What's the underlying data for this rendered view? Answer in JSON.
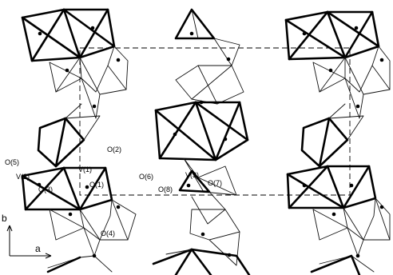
{
  "labels": {
    "o5": "O(5)",
    "v2": "V(2)",
    "o3": "O(3)",
    "v1": "V(1)",
    "o1": "O(1)",
    "o2": "O(2)",
    "o6": "O(6)",
    "o8": "O(8)",
    "v3": "V(3)",
    "o7": "O(7)",
    "o4": "O(4)"
  },
  "axes": {
    "b": "b",
    "a": "a"
  }
}
